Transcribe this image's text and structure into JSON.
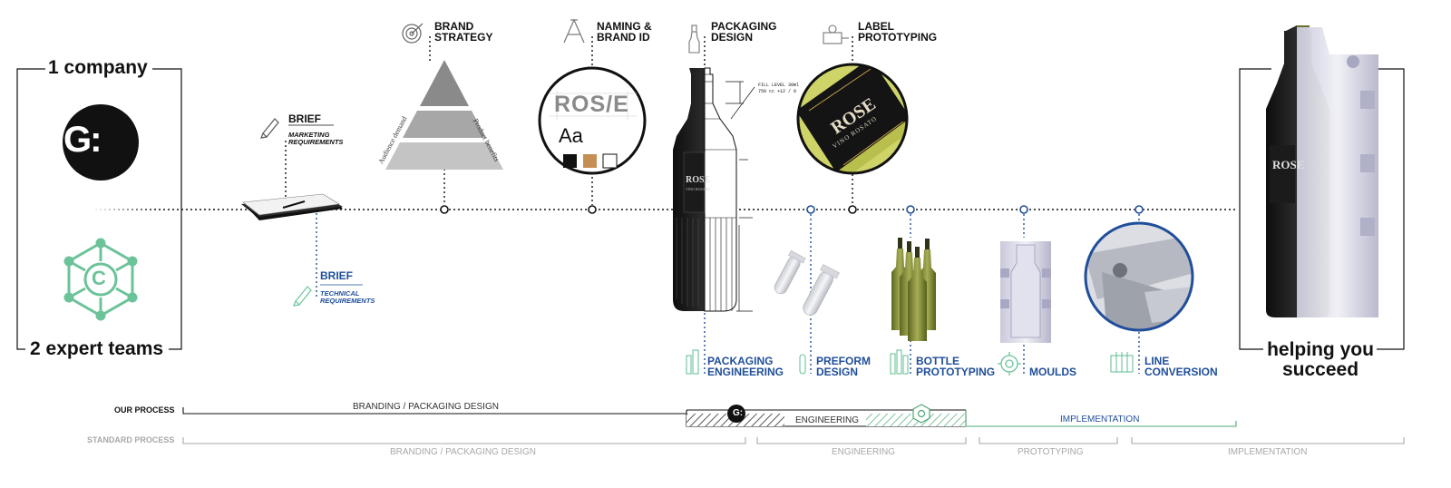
{
  "left": {
    "top_title": "1 company",
    "bottom_title": "2 expert teams",
    "logo_top_text": "G:",
    "logo_bottom_text": "C"
  },
  "right": {
    "line1": "helping you",
    "line2": "succeed"
  },
  "steps_top": {
    "brief_title": "BRIEF",
    "brief_sub1": "MARKETING",
    "brief_sub2": "REQUIREMENTS",
    "brand_strategy_1": "BRAND",
    "brand_strategy_2": "STRATEGY",
    "pyramid_left_label": "Audience demand",
    "pyramid_right_label": "Product benefits",
    "naming_1": "NAMING &",
    "naming_2": "BRAND ID",
    "brand_logo_text": "ROS/E",
    "font_sample": "Aa",
    "packaging_design_1": "PACKAGING",
    "packaging_design_2": "DESIGN",
    "label_proto_1": "LABEL",
    "label_proto_2": "PROTOTYPING",
    "label_brand": "ROSE",
    "label_sub": "VINO ROSATO"
  },
  "steps_bottom": {
    "brief_title": "BRIEF",
    "brief_sub1": "TECHNICAL",
    "brief_sub2": "REQUIREMENTS",
    "pack_eng_1": "PACKAGING",
    "pack_eng_2": "ENGINEERING",
    "preform_1": "PREFORM",
    "preform_2": "DESIGN",
    "bottle_proto_1": "BOTTLE",
    "bottle_proto_2": "PROTOTYPING",
    "moulds": "MOULDS",
    "line_conv_1": "LINE",
    "line_conv_2": "CONVERSION"
  },
  "bottle": {
    "brand": "ROSE",
    "sub": "VINO ROSATO",
    "dim_note_1": "FILL LEVEL 30ml",
    "dim_note_2": "750 cc +12 / 0"
  },
  "process": {
    "our_label": "OUR PROCESS",
    "standard_label": "STANDARD PROCESS",
    "our_branding": "BRANDING / PACKAGING DESIGN",
    "our_engineering": "ENGINEERING",
    "our_implementation": "IMPLEMENTATION",
    "std_branding": "BRANDING / PACKAGING DESIGN",
    "std_engineering": "ENGINEERING",
    "std_prototyping": "PROTOTYPING",
    "std_implementation": "IMPLEMENTATION"
  },
  "colors": {
    "blue": "#1f4e9a",
    "green": "#4ea873",
    "gray": "#a8a8a8",
    "dark": "#111111"
  }
}
